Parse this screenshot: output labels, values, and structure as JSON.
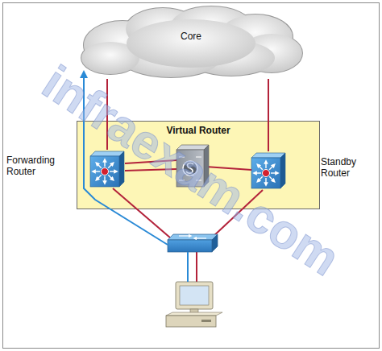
{
  "diagram": {
    "nodes": [
      {
        "text": [
          "Core"
        ]
      },
      {
        "text": [
          "Virtual Router"
        ]
      },
      {
        "text": [
          "Forwarding Router"
        ],
        "in": 1
      },
      {
        "text": [
          "Standby Router"
        ],
        "in": 1
      }
    ],
    "edges": [
      {
        "from": 0,
        "to": 2,
        "arrow": "none"
      },
      {
        "from": 0,
        "to": 3,
        "arrow": "none"
      }
    ],
    "labels": [
      "infraexam.com"
    ]
  }
}
